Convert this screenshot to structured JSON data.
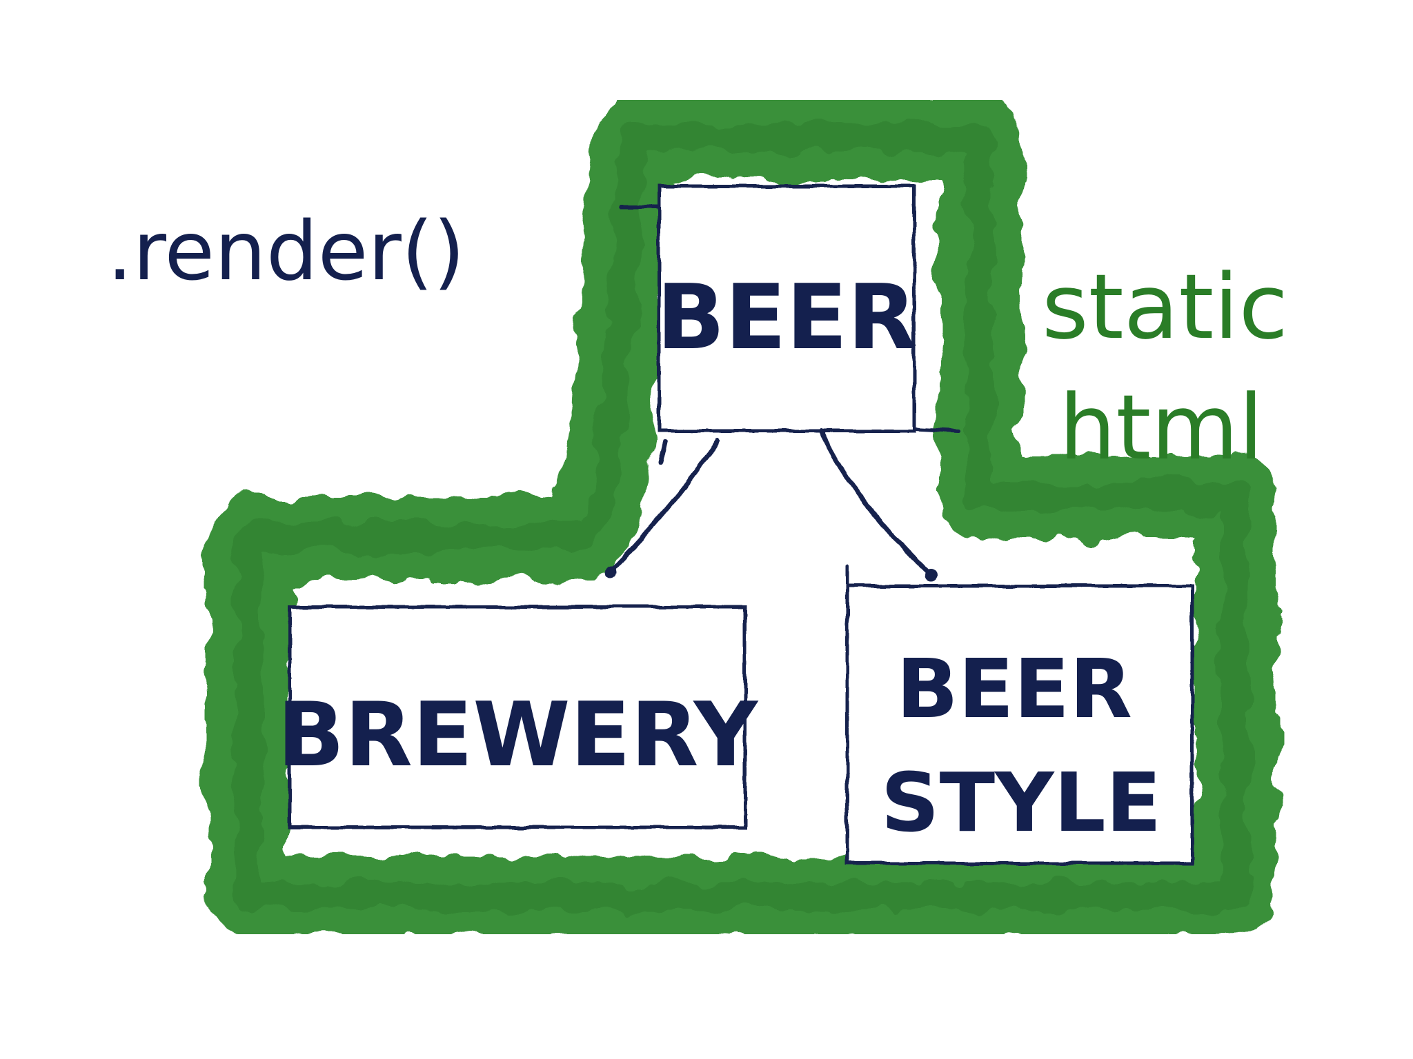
{
  "annotations": {
    "method_call": ".render()",
    "static_line1": "static",
    "static_line2": "html"
  },
  "nodes": {
    "root": {
      "label": "BEER"
    },
    "left_child": {
      "label": "BREWERY"
    },
    "right_child": {
      "line1": "BEER",
      "line2": "STYLE"
    }
  },
  "edges": [
    {
      "from": "BEER",
      "to": "BREWERY"
    },
    {
      "from": "BEER",
      "to": "BEER STYLE"
    }
  ],
  "colors": {
    "ink": "#14204e",
    "highlight_green": "#2f8a2f",
    "highlight_green_dark": "#1f6f24",
    "annotation_green": "#2a7d27",
    "box_fill": "#ffffff"
  }
}
